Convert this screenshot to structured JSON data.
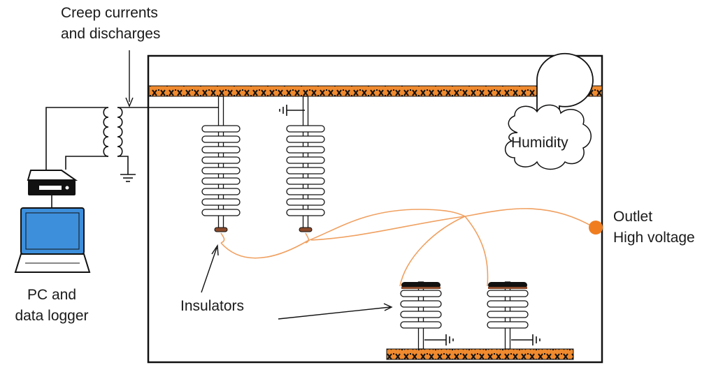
{
  "labels": {
    "creep_line1": "Creep currents",
    "creep_line2": "and discharges",
    "pc_line1": "PC and",
    "pc_line2": "data logger",
    "insulators": "Insulators",
    "humidity": "Humidity",
    "outlet_line1": "Outlet",
    "outlet_line2": "High voltage"
  },
  "colors": {
    "rail_fill": "#f08a2e",
    "rail_pattern": "#111111",
    "wire": "#f0a060",
    "outlet": "#f07d20",
    "screen": "#3d8fdc",
    "outline": "#111111",
    "electrode_top": "#8b4a2b"
  },
  "icons": [
    "transformer-icon",
    "ground-icon",
    "data-logger-icon",
    "laptop-icon",
    "fan-icon",
    "cloud-icon",
    "insulator-icon"
  ]
}
